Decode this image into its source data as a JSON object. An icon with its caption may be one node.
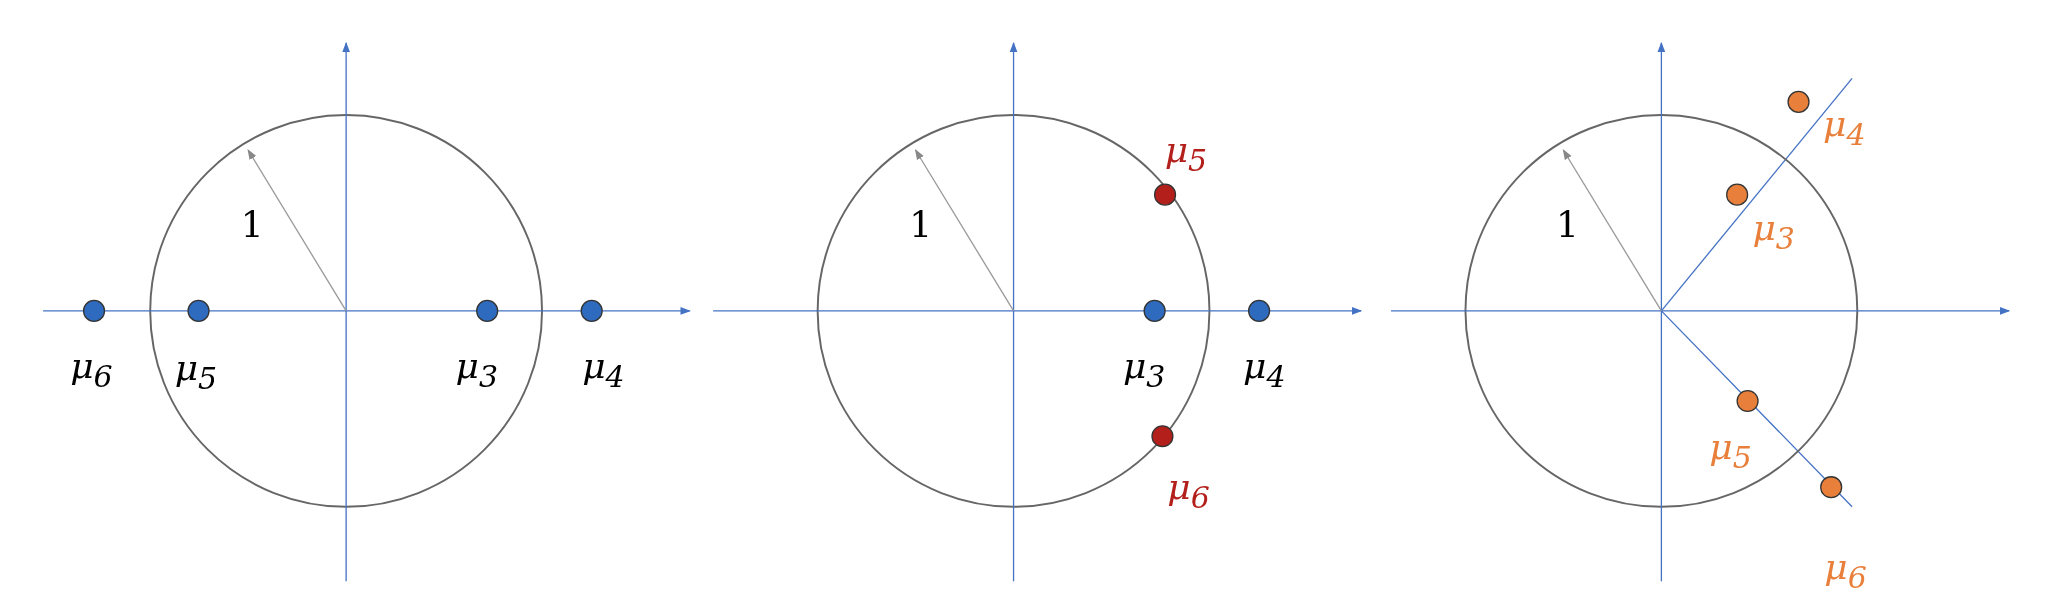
{
  "diagram": {
    "labels": [
      "1",
      "μ$_{6}$",
      "μ$_{5}$",
      "μ$_{3}$",
      "μ$_{4}$",
      "μ$_{5}$",
      "1",
      "μ$_{3}$",
      "μ$_{4}$",
      "μ$_{6}$",
      "μ$_{4}$",
      "1",
      "μ$_{3}$",
      "μ$_{5}$",
      "μ$_{6}$"
    ]
  }
}
